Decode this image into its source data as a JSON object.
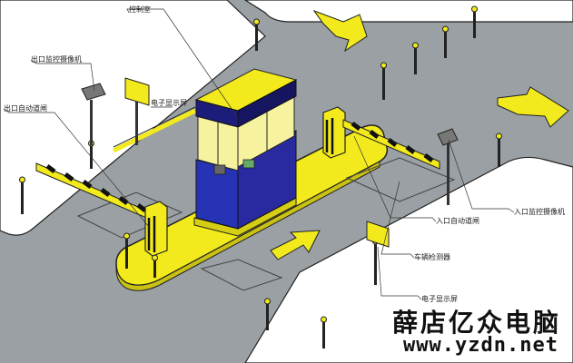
{
  "labels": {
    "control_room": "控制室",
    "exit_camera": "出口监控摄像机",
    "exit_barrier": "出口自动道闸",
    "display_top": "电子显示屏",
    "entrance_barrier": "入口自动道闸",
    "entrance_camera": "入口监控摄像机",
    "vehicle_detector": "车辆检测器",
    "display_bottom": "电子显示屏"
  },
  "watermark": {
    "name": "薛店亿众电脑",
    "url": "www.yzdn.net"
  },
  "colors": {
    "road": "#9aa0a3",
    "sidewalk": "#ffffff",
    "island": "#f2ea1c",
    "booth_roof": "#1c1c7a",
    "booth_body": "#2030a8",
    "arrow": "#f2ea1c",
    "barrier_stripe": "#f2ea1c"
  }
}
